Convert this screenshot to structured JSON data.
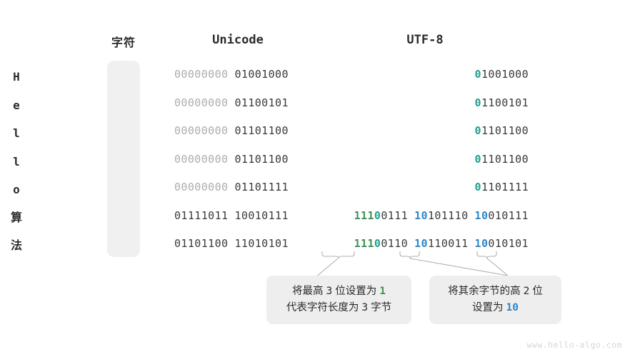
{
  "headers": {
    "char": "字符",
    "unicode": "Unicode",
    "utf8": "UTF-8"
  },
  "rows": [
    {
      "char": "H",
      "cjk": false,
      "unicode_bytes": [
        "00000000",
        "01001000"
      ],
      "utf8_bytes": [
        "01001000"
      ],
      "utf8_text": "01001000"
    },
    {
      "char": "e",
      "cjk": false,
      "unicode_bytes": [
        "00000000",
        "01100101"
      ],
      "utf8_bytes": [
        "01100101"
      ],
      "utf8_text": "01100101"
    },
    {
      "char": "l",
      "cjk": false,
      "unicode_bytes": [
        "00000000",
        "01101100"
      ],
      "utf8_bytes": [
        "01101100"
      ],
      "utf8_text": "01101100"
    },
    {
      "char": "l",
      "cjk": false,
      "unicode_bytes": [
        "00000000",
        "01101100"
      ],
      "utf8_bytes": [
        "01101100"
      ],
      "utf8_text": "01101100"
    },
    {
      "char": "o",
      "cjk": false,
      "unicode_bytes": [
        "00000000",
        "01101111"
      ],
      "utf8_bytes": [
        "01101111"
      ],
      "utf8_text": "01101111"
    },
    {
      "char": "算",
      "cjk": true,
      "unicode_bytes": [
        "01111011",
        "10010111"
      ],
      "utf8_bytes": [
        "11100111",
        "10101110",
        "10010111"
      ],
      "utf8_text": "11100111 10101110 10010111"
    },
    {
      "char": "法",
      "cjk": true,
      "unicode_bytes": [
        "01101100",
        "11010101"
      ],
      "utf8_bytes": [
        "11100110",
        "10110011",
        "10010101"
      ],
      "utf8_text": "11100110 10110011 10010101"
    }
  ],
  "notes": [
    {
      "line1_a": "将最高",
      "line1_num": "3",
      "line1_b": "位设置为",
      "line1_em": "1",
      "line2_a": "代表字符长度为",
      "line2_num": "3",
      "line2_b": "字节",
      "full_text": "将最高 3 位设置为 1 代表字符长度为 3 字节"
    },
    {
      "line1_a": "将其余字节的高",
      "line1_num": "2",
      "line1_b": "位",
      "line2_a": "设置为",
      "line2_em": "10",
      "full_text": "将其余字节的高 2 位 设置为 10"
    }
  ],
  "colors": {
    "green": "#3f8f52",
    "teal": "#1f9e8e",
    "blue": "#2e87c8",
    "gray_dark": "#3a3a3a",
    "gray_pale": "#adadad",
    "pill_bg": "#f0f0f0",
    "note_bg": "#eeeeee",
    "connector": "#b0b0b0"
  },
  "watermark": "www.hello-algo.com"
}
